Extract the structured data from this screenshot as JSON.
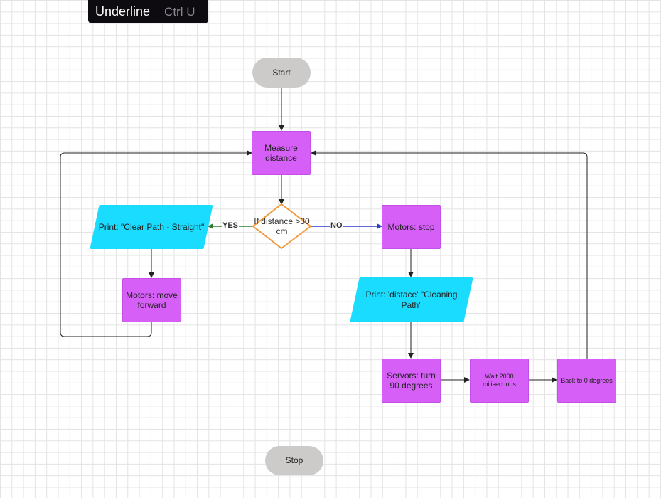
{
  "tooltip": {
    "label": "Underline",
    "shortcut": "Ctrl U"
  },
  "nodes": {
    "start": "Start",
    "measure": "Measure distance",
    "decision": "If  distance >30 cm",
    "print_clear": "Print: \"Clear Path - Straight\"",
    "motors_forward": "Motors: move forward",
    "motors_stop": "Motors: stop",
    "print_distance": "Print: 'distace' \"Cleaning Path\"",
    "servos_turn": "Servors: turn 90 degrees",
    "wait": "Wait 2000 miliseconds",
    "back": "Back to 0 degrees",
    "stop": "Stop"
  },
  "edges": {
    "yes_label": "YES",
    "no_label": "NO"
  },
  "colors": {
    "process": "#d65ff7",
    "io": "#1adcff",
    "terminal": "#cdcaca",
    "decision_border": "#f39a3c",
    "yes_arrow": "#2e7d32",
    "no_arrow": "#2b3fc9"
  }
}
